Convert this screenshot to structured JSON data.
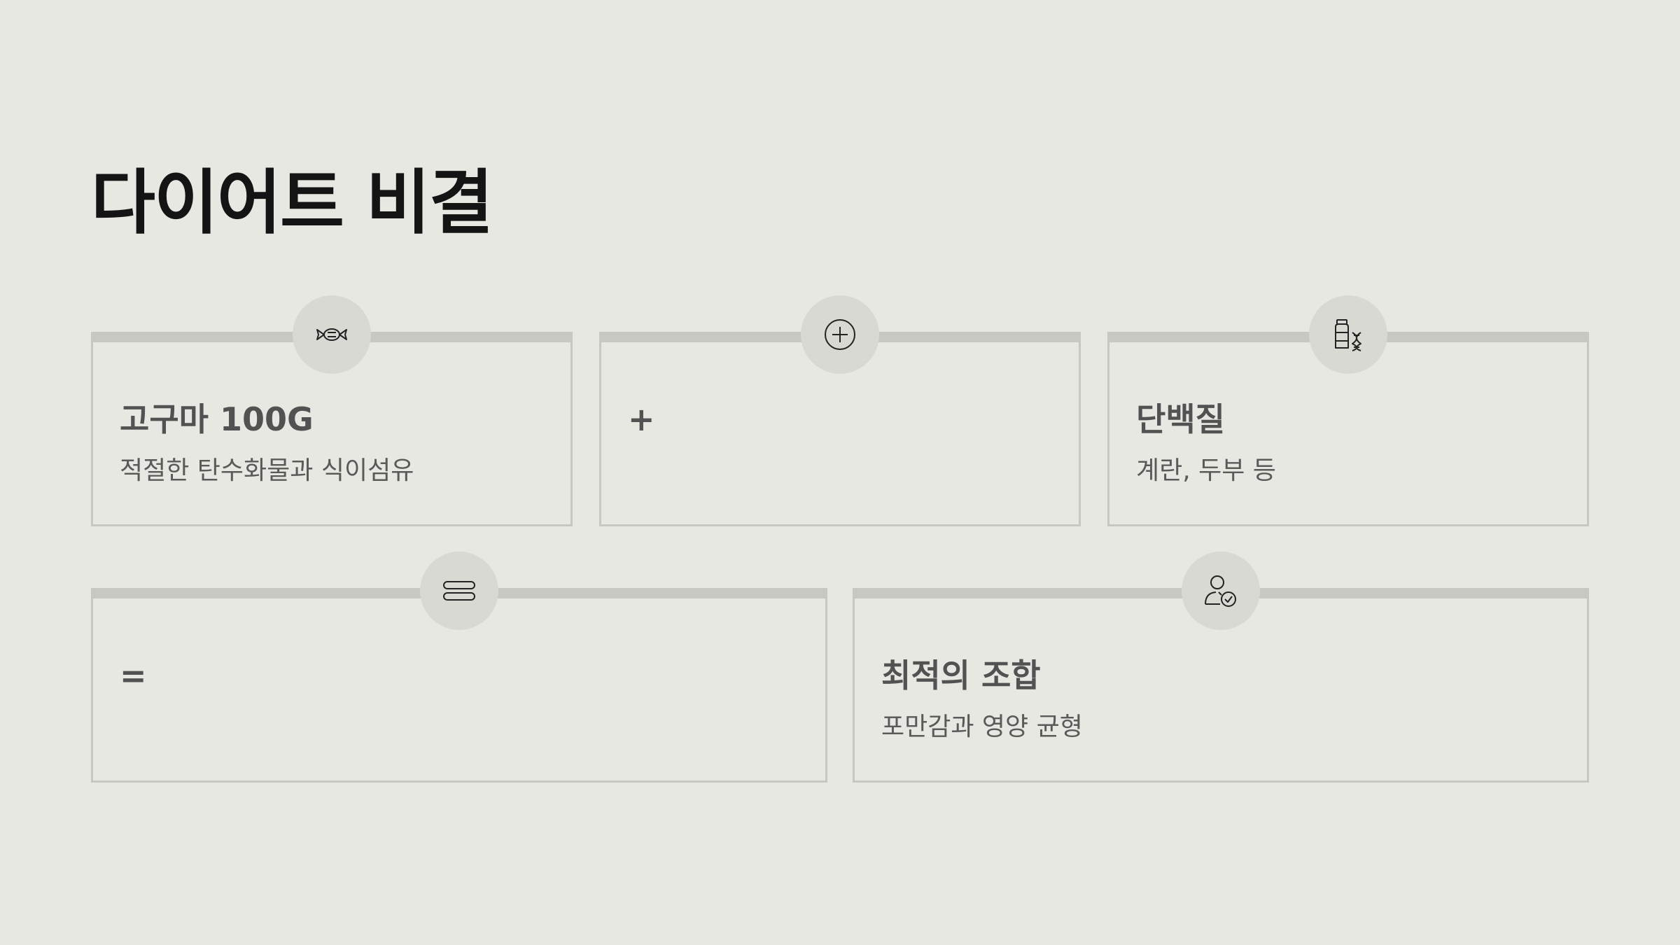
{
  "title": "다이어트 비결",
  "cards": [
    {
      "icon": "candy-icon",
      "heading": "고구마 100G",
      "description": "적절한 탄수화물과 식이섬유"
    },
    {
      "icon": "plus-circle-icon",
      "heading": "+",
      "description": ""
    },
    {
      "icon": "supplement-dna-icon",
      "heading": "단백질",
      "description": "계란, 두부 등"
    },
    {
      "icon": "equals-icon",
      "heading": "=",
      "description": ""
    },
    {
      "icon": "user-check-icon",
      "heading": "최적의 조합",
      "description": "포만감과 영양 균형"
    }
  ]
}
